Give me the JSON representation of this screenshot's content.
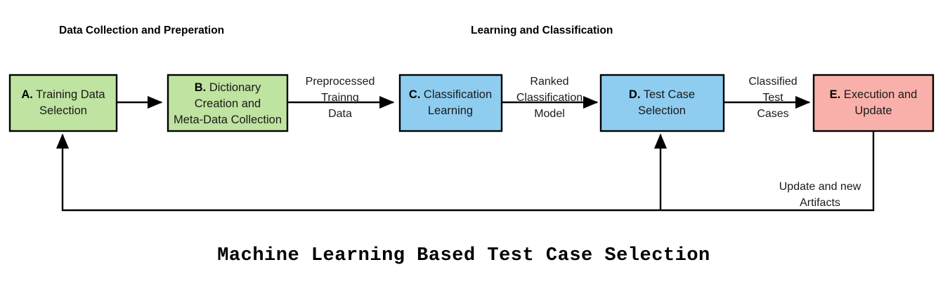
{
  "diagram": {
    "title": "Machine Learning Based Test Case Selection",
    "phases": [
      {
        "id": "phase-data",
        "label": "Data Collection and Preperation"
      },
      {
        "id": "phase-learning",
        "label": "Learning and Classification"
      }
    ],
    "colors": {
      "green": "#bfe3a0",
      "blue": "#8ecdf0",
      "pink": "#f9b0aa",
      "stroke": "#000000",
      "text": "#1a1a1a",
      "background": "#ffffff"
    },
    "nodes": [
      {
        "id": "node-a",
        "letter": "A.",
        "line1": " Training Data",
        "line2": "Selection",
        "line3": "",
        "fill": "#bfe3a0"
      },
      {
        "id": "node-b",
        "letter": "B.",
        "line1": " Dictionary",
        "line2": "Creation and",
        "line3": "Meta-Data Collection",
        "fill": "#bfe3a0"
      },
      {
        "id": "node-c",
        "letter": "C.",
        "line1": " Classification",
        "line2": "Learning",
        "line3": "",
        "fill": "#8ecdf0"
      },
      {
        "id": "node-d",
        "letter": "D.",
        "line1": " Test Case",
        "line2": "Selection",
        "line3": "",
        "fill": "#8ecdf0"
      },
      {
        "id": "node-e",
        "letter": "E.",
        "line1": " Execution and",
        "line2": "Update",
        "line3": "",
        "fill": "#f9b0aa"
      }
    ],
    "edges": [
      {
        "id": "edge-a-b",
        "label_line1": "",
        "label_line2": "",
        "label_line3": ""
      },
      {
        "id": "edge-b-c",
        "label_line1": "Preprocessed",
        "label_line2": "Trainng",
        "label_line3": "Data"
      },
      {
        "id": "edge-c-d",
        "label_line1": "Ranked",
        "label_line2": "Classification",
        "label_line3": "Model"
      },
      {
        "id": "edge-d-e",
        "label_line1": "Classified",
        "label_line2": "Test",
        "label_line3": "Cases"
      },
      {
        "id": "edge-feedback",
        "label_line1": "Update and new",
        "label_line2": "Artifacts",
        "label_line3": ""
      }
    ]
  }
}
